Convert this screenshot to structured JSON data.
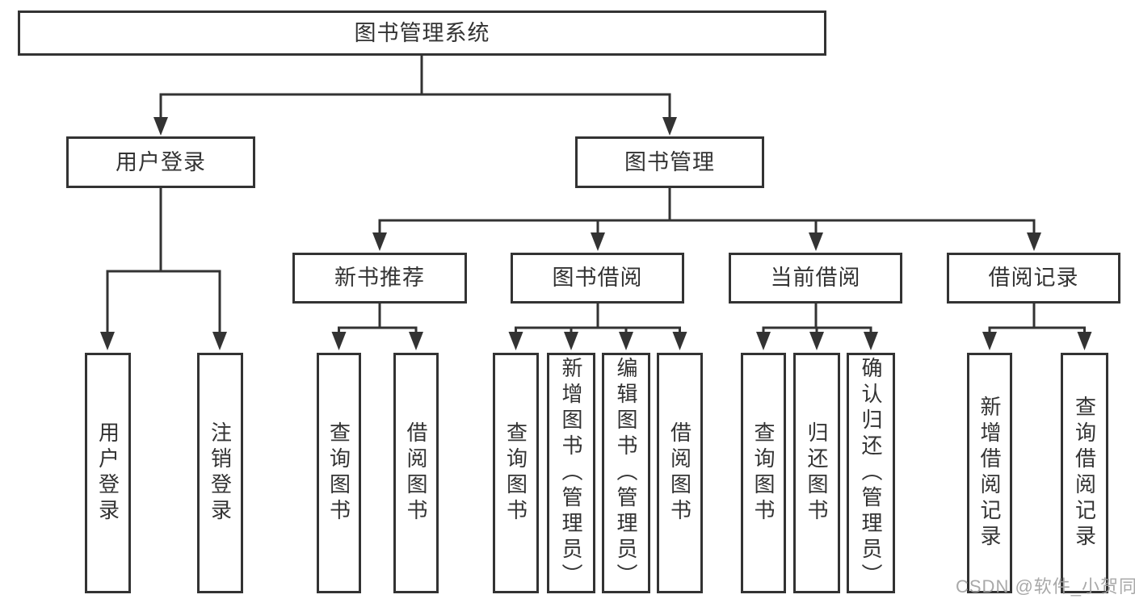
{
  "diagram": {
    "root": "图书管理系统",
    "branches": [
      {
        "label": "用户登录",
        "children": [
          "用户登录",
          "注销登录"
        ]
      },
      {
        "label": "图书管理",
        "groups": [
          {
            "label": "新书推荐",
            "children": [
              "查询图书",
              "借阅图书"
            ]
          },
          {
            "label": "图书借阅",
            "children": [
              "查询图书",
              "新增图书（管理员）",
              "编辑图书（管理员）",
              "借阅图书"
            ]
          },
          {
            "label": "当前借阅",
            "children": [
              "查询图书",
              "归还图书",
              "确认归还（管理员）"
            ]
          },
          {
            "label": "借阅记录",
            "children": [
              "新增借阅记录",
              "查询借阅记录"
            ]
          }
        ]
      }
    ]
  },
  "watermark": "CSDN @软件_小贺同学",
  "colors": {
    "line": "#333333",
    "box_border": "#333333",
    "text": "#333333",
    "background": "#ffffff",
    "watermark": "#a0a0a0"
  }
}
